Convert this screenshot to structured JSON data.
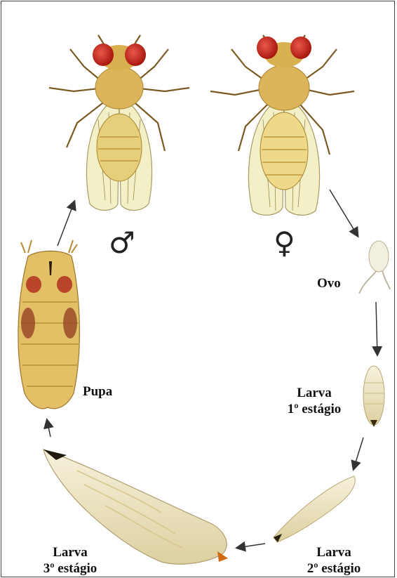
{
  "labels": {
    "male_symbol": "♂",
    "female_symbol": "♀",
    "egg": "Ovo",
    "larva1_line1": "Larva",
    "larva1_line2": "1º estágio",
    "larva2_line1": "Larva",
    "larva2_line2": "2º estágio",
    "larva3_line1": "Larva",
    "larva3_line2": "3º estágio",
    "pupa": "Pupa"
  },
  "colors": {
    "body": "#e8c96a",
    "body_dark": "#b88a2e",
    "eye": "#c8281c",
    "wing": "#f3f0c8",
    "larva": "#efe6c2",
    "arrow": "#333333"
  }
}
